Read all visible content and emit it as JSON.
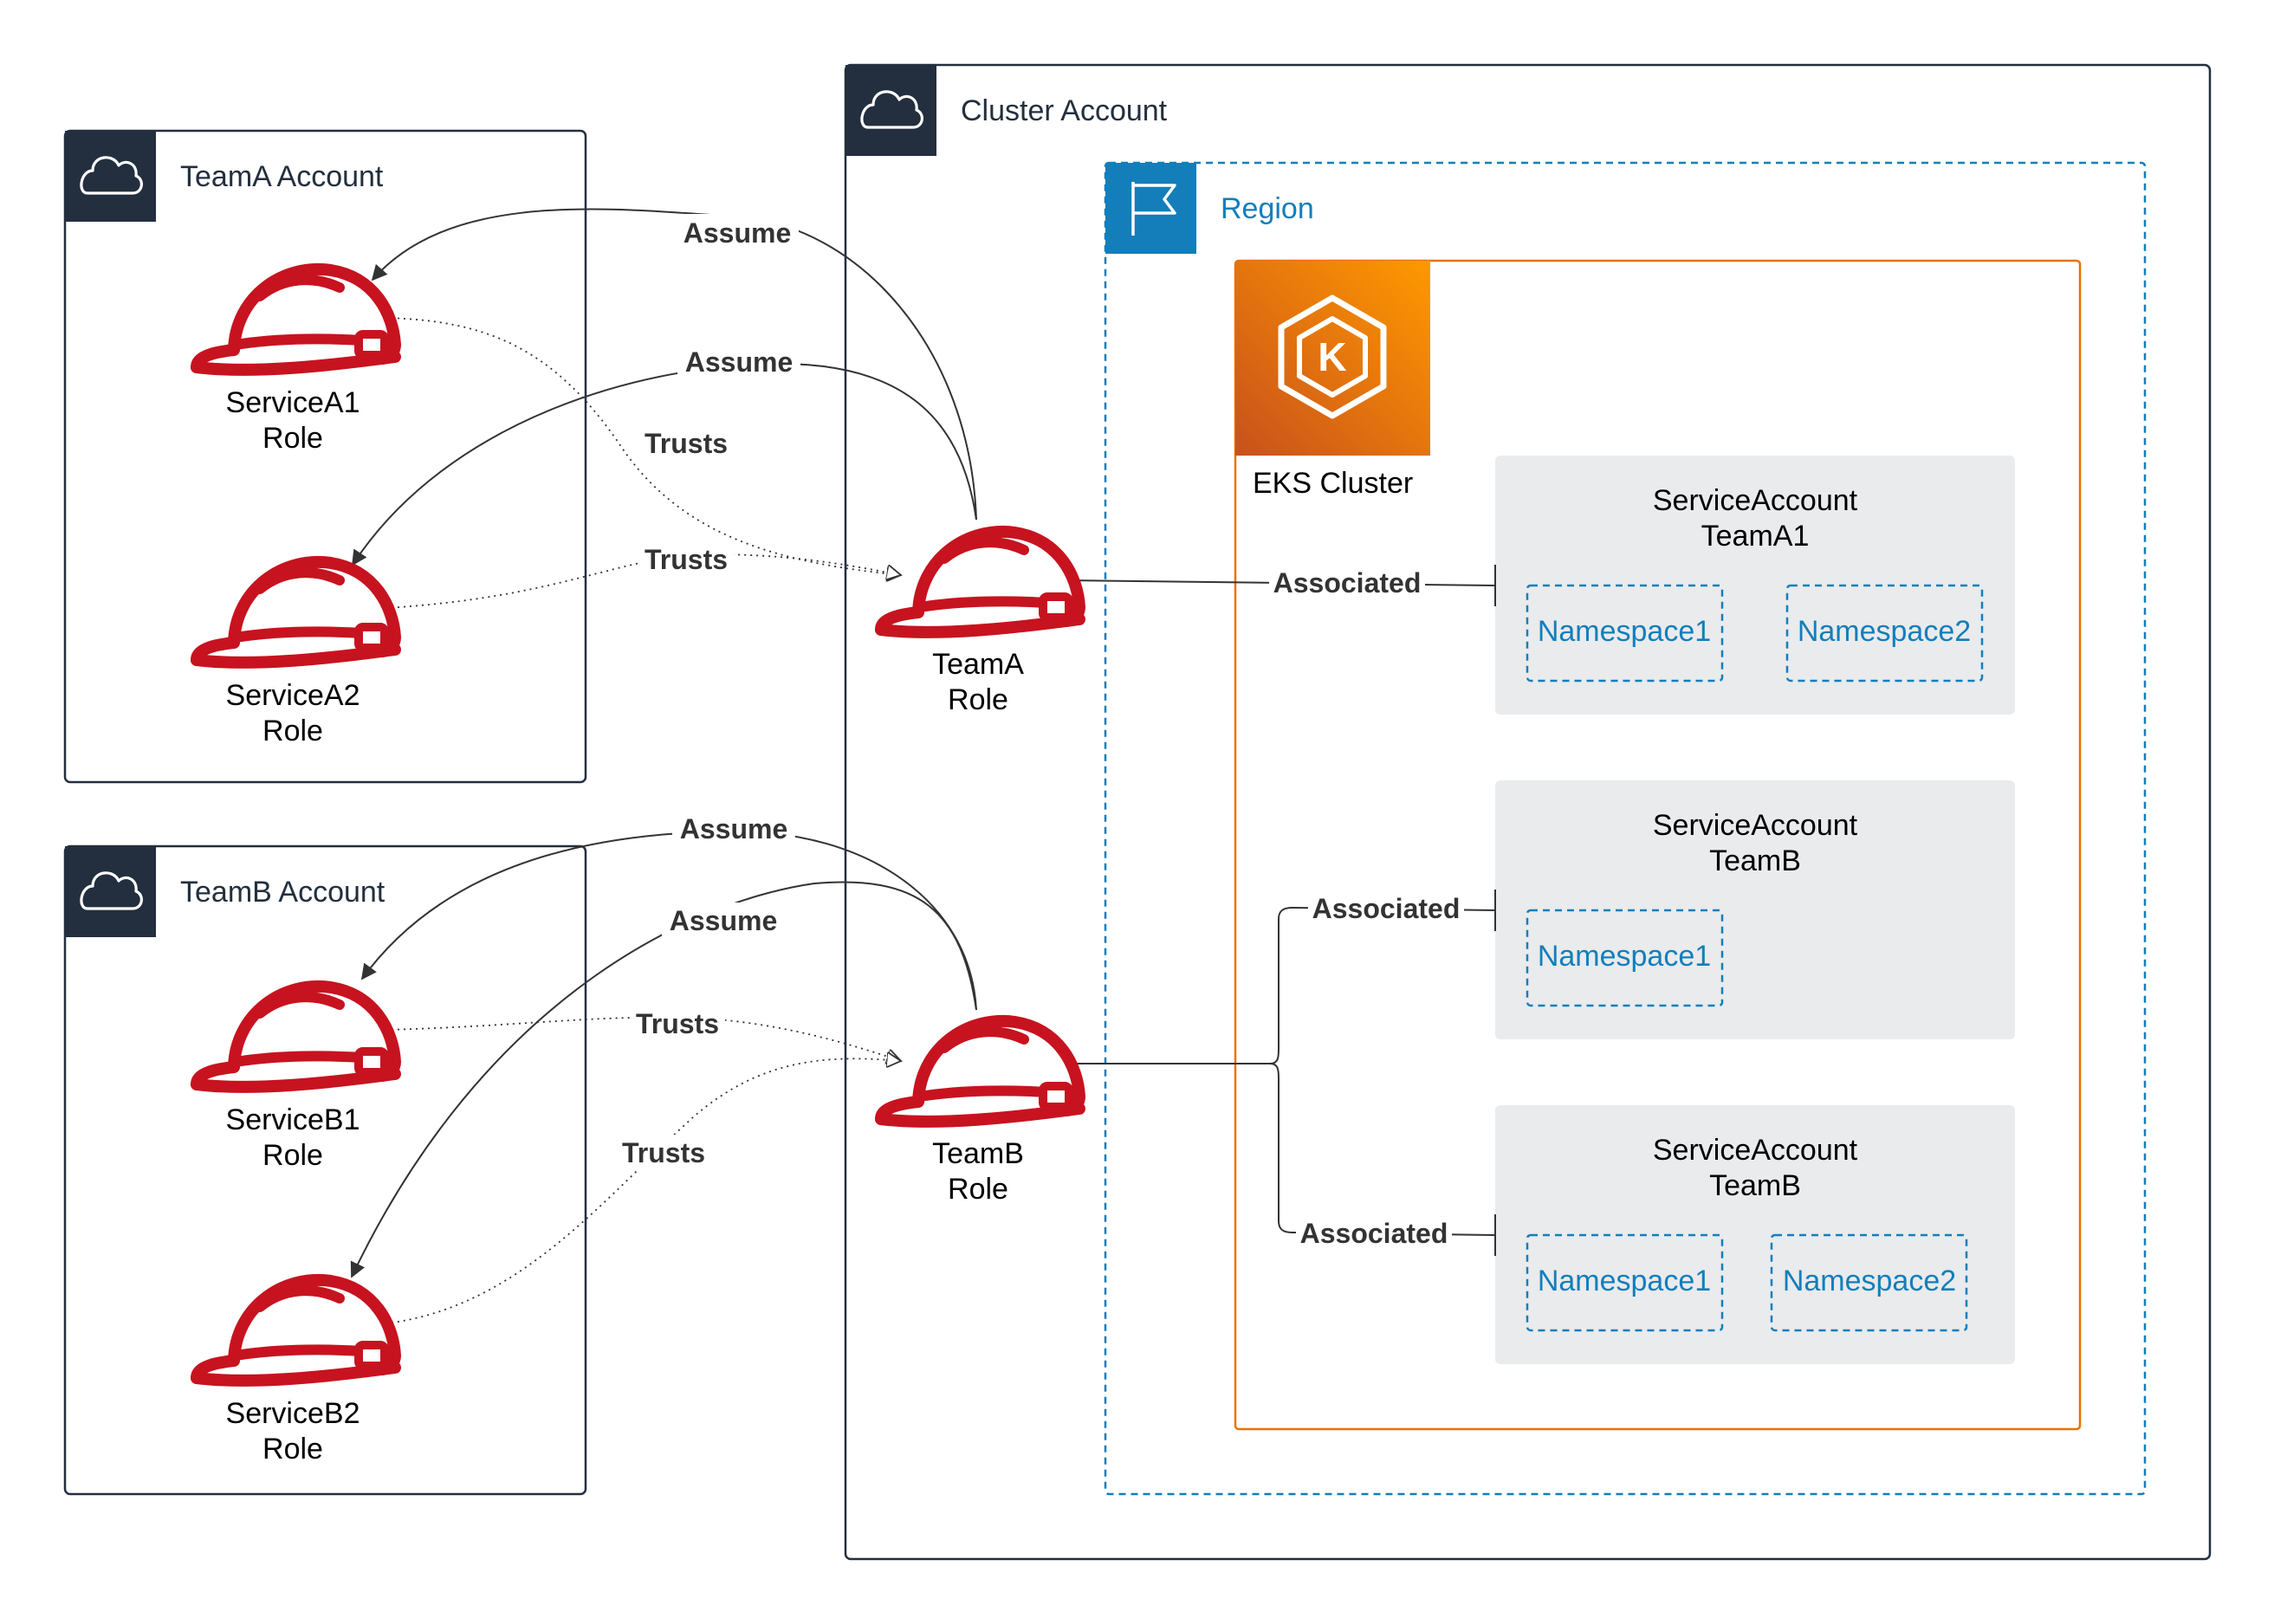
{
  "accounts": {
    "team_a": {
      "title": "TeamA Account"
    },
    "team_b": {
      "title": "TeamB Account"
    },
    "cluster": {
      "title": "Cluster Account"
    }
  },
  "region": {
    "title": "Region"
  },
  "eks": {
    "title": "EKS Cluster",
    "icon_letter": "K"
  },
  "roles": {
    "service_a1": {
      "line1": "ServiceA1",
      "line2": "Role"
    },
    "service_a2": {
      "line1": "ServiceA2",
      "line2": "Role"
    },
    "service_b1": {
      "line1": "ServiceB1",
      "line2": "Role"
    },
    "service_b2": {
      "line1": "ServiceB2",
      "line2": "Role"
    },
    "team_a": {
      "line1": "TeamA",
      "line2": "Role"
    },
    "team_b": {
      "line1": "TeamB",
      "line2": "Role"
    }
  },
  "edges": {
    "assume": "Assume",
    "trusts": "Trusts",
    "associated": "Associated"
  },
  "service_accounts": {
    "team_a1": {
      "line1": "ServiceAccount",
      "line2": "TeamA1",
      "namespaces": [
        "Namespace1",
        "Namespace2"
      ]
    },
    "team_b_1": {
      "line1": "ServiceAccount",
      "line2": "TeamB",
      "namespaces": [
        "Namespace1"
      ]
    },
    "team_b_2": {
      "line1": "ServiceAccount",
      "line2": "TeamB",
      "namespaces": [
        "Namespace1",
        "Namespace2"
      ]
    }
  },
  "colors": {
    "account_border": "#232f3e",
    "account_header": "#232f3e",
    "region_blue": "#147eba",
    "eks_border": "#ed7100",
    "eks_gradient_top": "#f90",
    "eks_gradient_bottom": "#c8511b",
    "role_red": "#c7131f",
    "service_account_bg": "#e9ebed",
    "connector": "#333333"
  }
}
